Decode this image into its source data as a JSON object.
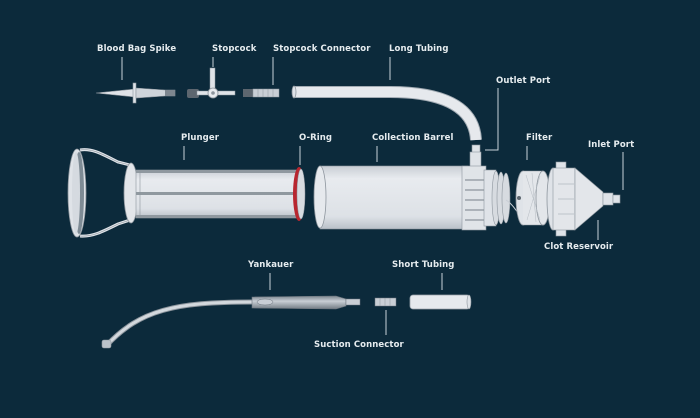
{
  "diagram": {
    "title_hidden": "",
    "colors": {
      "background": "#0c2a3b",
      "part_fill": "#dfe3e8",
      "part_stroke": "#9aa3ab",
      "label": "#e6ecef",
      "leader": "#c9d2d8",
      "o_ring": "#b8262f",
      "dark_accent": "#56616b"
    },
    "labels": {
      "blood_bag_spike": "Blood Bag Spike",
      "stopcock": "Stopcock",
      "stopcock_connector": "Stopcock Connector",
      "long_tubing": "Long Tubing",
      "outlet_port": "Outlet Port",
      "plunger": "Plunger",
      "o_ring": "O-Ring",
      "collection_barrel": "Collection Barrel",
      "filter": "Filter",
      "inlet_port": "Inlet Port",
      "clot_reservoir": "Clot Reservoir",
      "yankauer": "Yankauer",
      "short_tubing": "Short Tubing",
      "suction_connector": "Suction Connector"
    }
  }
}
